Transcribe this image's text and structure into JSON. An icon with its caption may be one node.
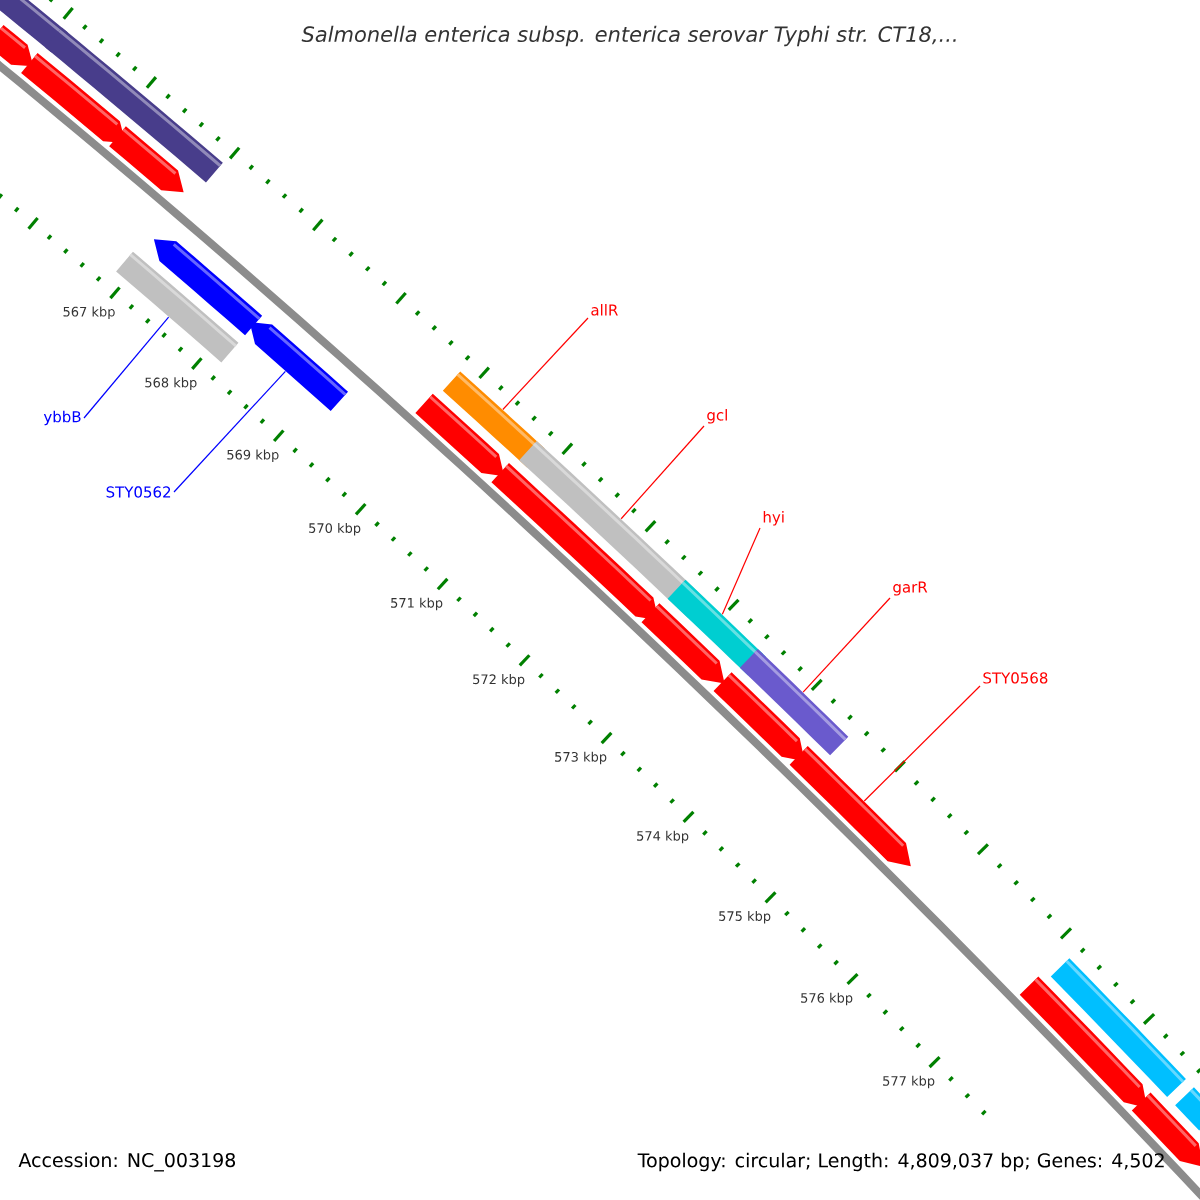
{
  "diagram": {
    "title": "Salmonella enterica subsp. enterica serovar Typhi str. CT18,...",
    "nodes": [
      {
        "text": [
          "allR"
        ]
      },
      {
        "text": [
          "gcl"
        ]
      },
      {
        "text": [
          "hyi"
        ]
      },
      {
        "text": [
          "garR"
        ]
      },
      {
        "text": [
          "STY0568"
        ]
      },
      {
        "text": [
          "ybbB"
        ]
      },
      {
        "text": [
          "STY0562"
        ]
      },
      {
        "text": [],
        "shape": "bar"
      },
      {
        "text": [],
        "shape": "arrow"
      },
      {
        "text": [],
        "shape": "bar"
      },
      {
        "text": [],
        "shape": "arrow"
      },
      {
        "text": [],
        "shape": "arrow"
      },
      {
        "text": [],
        "shape": "arrow"
      },
      {
        "text": [],
        "shape": "bar"
      },
      {
        "text": [],
        "shape": "arrow"
      },
      {
        "text": [],
        "shape": "bar"
      },
      {
        "text": [],
        "shape": "arrow"
      },
      {
        "text": [],
        "shape": "bar"
      },
      {
        "text": [],
        "shape": "arrow"
      },
      {
        "text": [],
        "shape": "bar"
      },
      {
        "text": [],
        "shape": "arrow"
      },
      {
        "text": [],
        "shape": "bar"
      },
      {
        "text": [],
        "shape": "arrow"
      },
      {
        "text": [],
        "shape": "arrow"
      },
      {
        "text": [],
        "shape": "bar"
      },
      {
        "text": [],
        "shape": "arrow"
      },
      {
        "text": [],
        "shape": "bar"
      },
      {
        "text": [],
        "shape": "arrow"
      }
    ],
    "edges": [
      {
        "from": 0,
        "to": 15,
        "arrow": "none"
      },
      {
        "from": 1,
        "to": 17,
        "arrow": "none"
      },
      {
        "from": 2,
        "to": 19,
        "arrow": "none"
      },
      {
        "from": 3,
        "to": 21,
        "arrow": "none"
      },
      {
        "from": 4,
        "to": 23,
        "arrow": "none"
      },
      {
        "from": 5,
        "to": 13,
        "arrow": "none",
        "color": "#0000ff"
      },
      {
        "from": 6,
        "to": 14,
        "arrow": "none",
        "color": "#0000ff"
      }
    ],
    "labels": [
      "567 kbp",
      "568 kbp",
      "569 kbp",
      "570 kbp",
      "571 kbp",
      "572 kbp",
      "573 kbp",
      "574 kbp",
      "575 kbp",
      "576 kbp",
      "577 kbp",
      "Accession: NC_003198",
      "Topology: circular; Length: 4,809,037 bp; Genes: 4,502"
    ]
  }
}
